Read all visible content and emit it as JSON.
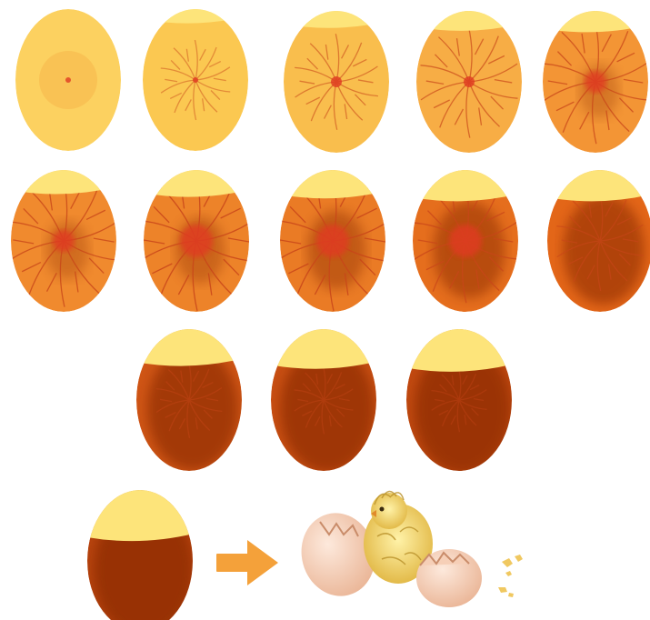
{
  "figure": {
    "type": "egg-candling-development-sequence",
    "background": "#ffffff",
    "arrow_color": "#f4a13a"
  },
  "stages": [
    {
      "stage": 1,
      "fill": "#fcd160",
      "aircell": 0.0,
      "vessels": 0.0,
      "dark": 0.0,
      "spot": "small"
    },
    {
      "stage": 2,
      "fill": "#fbc851",
      "aircell": 0.08,
      "vessels": 0.25,
      "dark": 0.0,
      "spot": "small"
    },
    {
      "stage": 3,
      "fill": "#f9be4d",
      "aircell": 0.1,
      "vessels": 0.45,
      "dark": 0.0,
      "spot": "medium"
    },
    {
      "stage": 4,
      "fill": "#f7ad45",
      "aircell": 0.12,
      "vessels": 0.65,
      "dark": 0.0,
      "spot": "medium"
    },
    {
      "stage": 5,
      "fill": "#f39535",
      "aircell": 0.13,
      "vessels": 0.8,
      "dark": 0.05,
      "spot": "large"
    },
    {
      "stage": 6,
      "fill": "#f08a2e",
      "aircell": 0.15,
      "vessels": 0.9,
      "dark": 0.1,
      "spot": "large"
    },
    {
      "stage": 7,
      "fill": "#ed8329",
      "aircell": 0.17,
      "vessels": 1.0,
      "dark": 0.2,
      "spot": "embryo"
    },
    {
      "stage": 8,
      "fill": "#ea7b25",
      "aircell": 0.18,
      "vessels": 1.0,
      "dark": 0.35,
      "spot": "embryo"
    },
    {
      "stage": 9,
      "fill": "#e56e1d",
      "aircell": 0.2,
      "vessels": 0.8,
      "dark": 0.55,
      "spot": "embryo"
    },
    {
      "stage": 10,
      "fill": "#e36618",
      "aircell": 0.2,
      "vessels": 0.5,
      "dark": 0.7,
      "spot": "embryo"
    },
    {
      "stage": 11,
      "fill": "#cf5515",
      "aircell": 0.24,
      "vessels": 0.2,
      "dark": 0.85,
      "spot": "embryo"
    },
    {
      "stage": 12,
      "fill": "#c84f12",
      "aircell": 0.26,
      "vessels": 0.1,
      "dark": 0.9,
      "spot": "embryo"
    },
    {
      "stage": 13,
      "fill": "#c24a10",
      "aircell": 0.28,
      "vessels": 0.05,
      "dark": 0.95,
      "spot": "embryo"
    },
    {
      "stage": 14,
      "fill": "#b8440e",
      "aircell": 0.34,
      "vessels": 0.0,
      "dark": 1.0,
      "spot": "embryo"
    }
  ],
  "outcome": {
    "label": "hatched-chick"
  },
  "caption": ""
}
